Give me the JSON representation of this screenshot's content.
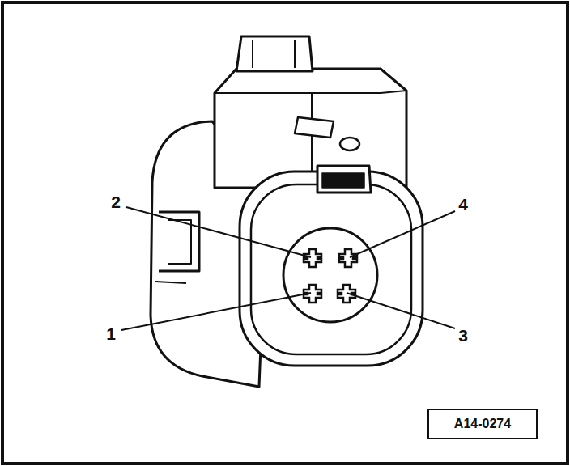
{
  "diagram": {
    "nodes": [
      {
        "text": [
          "A14-0274"
        ]
      }
    ],
    "labels": [
      "2",
      "4",
      "1",
      "3"
    ]
  }
}
